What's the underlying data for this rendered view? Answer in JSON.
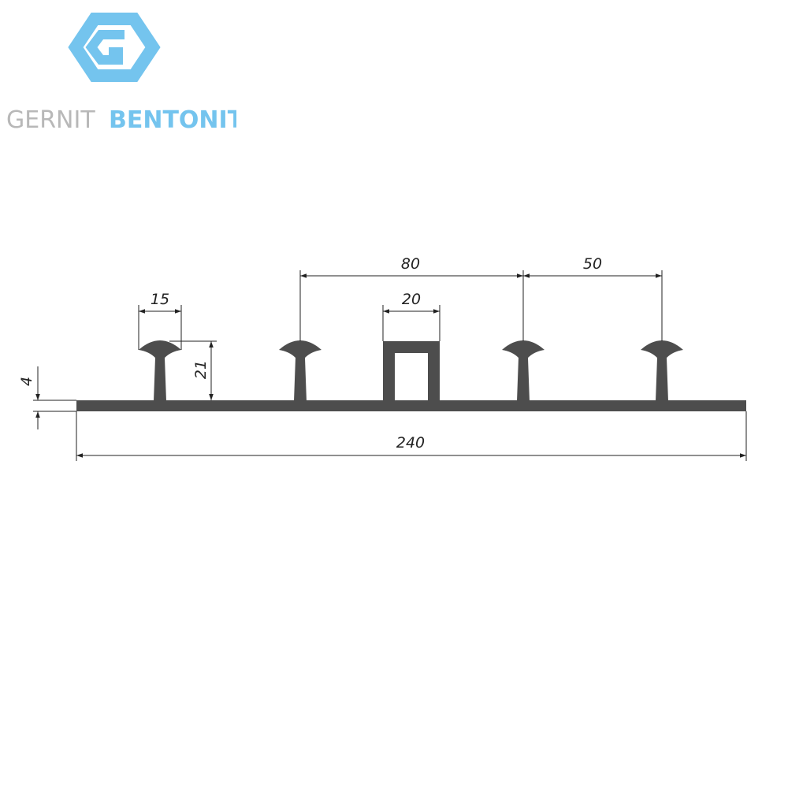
{
  "logo": {
    "word1": "GERNIT",
    "word2": "BENTONIT",
    "color_grey": "#b8b8b8",
    "color_blue": "#74c4ee"
  },
  "drawing": {
    "profile_color": "#4d4d4d",
    "line_color": "#222222",
    "dimensions": {
      "total_width": "240",
      "base_thickness": "4",
      "bulb_width": "15",
      "rib_height": "21",
      "box_width": "20",
      "center_spacing": "80",
      "rib_spacing": "50"
    }
  }
}
